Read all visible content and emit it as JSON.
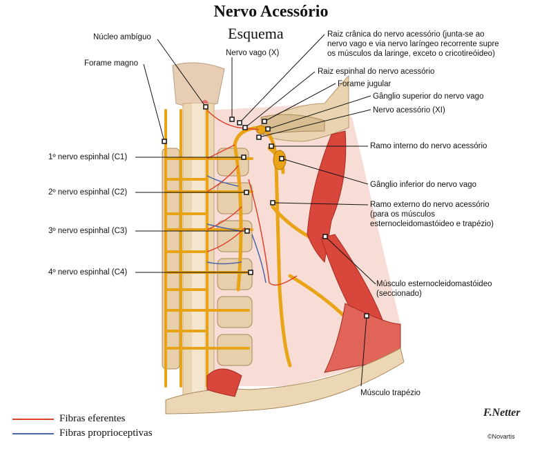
{
  "title": "Nervo Acessório",
  "subtitle": "Esquema",
  "labels": {
    "nucleo_ambiguo": "Núcleo ambíguo",
    "forame_magno": "Forame magno",
    "nervo_vago": "Nervo vago (X)",
    "raiz_cranica_1": "Raiz crânica do nervo acessório (junta-se ao",
    "raiz_cranica_2": "nervo vago e via nervo laríngeo recorrente supre",
    "raiz_cranica_3": "os músculos da laringe, exceto o cricotireóideo)",
    "raiz_espinhal": "Raiz espinhal do nervo acessório",
    "forame_jugular": "Forame jugular",
    "ganglio_superior": "Gânglio superior do nervo vago",
    "nervo_acessorio": "Nervo acessório (XI)",
    "ramo_interno": "Ramo interno do nervo acessório",
    "ganglio_inferior": "Gânglio inferior do nervo vago",
    "ramo_externo_1": "Ramo externo do nervo acessório",
    "ramo_externo_2": "(para os músculos",
    "ramo_externo_3": "esternocleidomastóideo e trapézio)",
    "c1": "1º nervo espinhal (C1)",
    "c2": "2º nervo espinhal (C2)",
    "c3": "3º nervo espinhal (C3)",
    "c4": "4º nervo espinhal (C4)",
    "ecm_1": "Músculo esternocleidomastóideo",
    "ecm_2": "(seccionado)",
    "trapezio": "Músculo trapézio"
  },
  "legend": [
    {
      "label": "Fibras eferentes",
      "color": "#e0412b"
    },
    {
      "label": "Fibras proprioceptivas",
      "color": "#4a64a8"
    }
  ],
  "signature": "F.Netter",
  "copyright": "©Novartis",
  "colors": {
    "nerve": "#e8a317",
    "nerve_dark": "#b8780a",
    "bone": "#ecd7b4",
    "bone_shade": "#c9a77a",
    "muscle": "#d9473c",
    "muscle_light": "#f0a398",
    "background_tissue": "#f7ddd5",
    "callout_point": "#ffffff"
  }
}
